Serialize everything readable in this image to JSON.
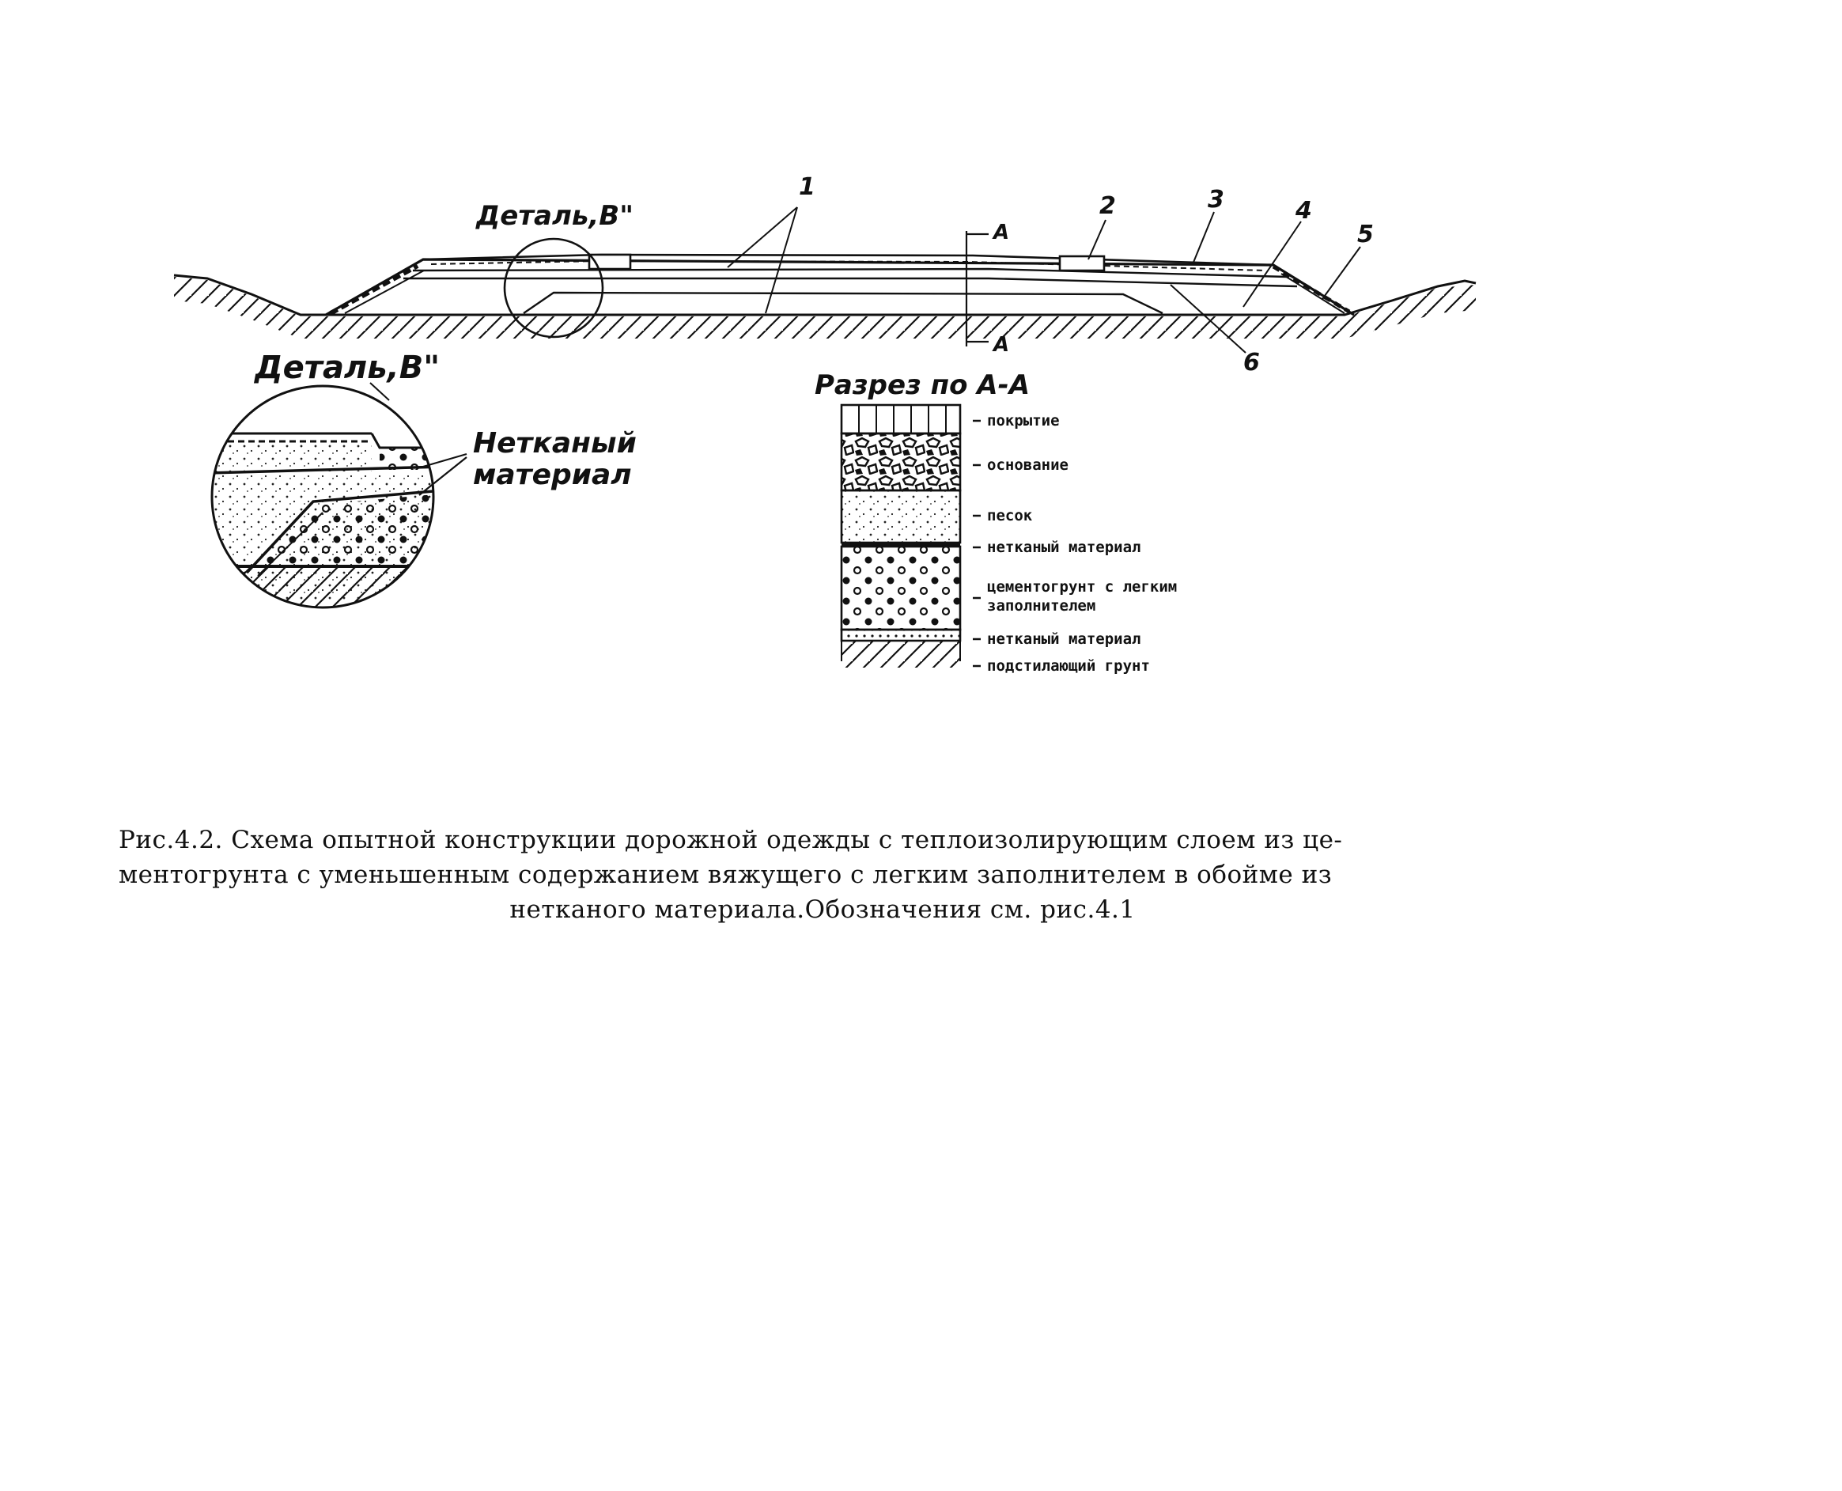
{
  "main_drawing": {
    "callouts": [
      "1",
      "2",
      "3",
      "4",
      "5",
      "6"
    ],
    "detail_label": "Деталь,B\"",
    "section_marks": [
      "A",
      "A"
    ]
  },
  "detail": {
    "title": "Деталь,B\"",
    "label_line1": "Нетканый",
    "label_line2": "материал"
  },
  "section": {
    "title": "Разрез по А-А",
    "layers": [
      "покрытие",
      "основание",
      "песок",
      "нетканый материал",
      "цементогрунт с легким заполнителем",
      "нетканый материал",
      "подстилающий грунт"
    ],
    "layer_4_line1": "цементогрунт с легким",
    "layer_4_line2": "заполнителем"
  },
  "caption": {
    "line1": "Рис.4.2. Схема опытной конструкции дорожной одежды с теплоизолирующим слоем из це-",
    "line2": "ментогрунта  с уменьшенным содержанием вяжущего с легким заполнителем в обойме из",
    "line3": "нетканого материала.Обозначения см. рис.4.1"
  }
}
